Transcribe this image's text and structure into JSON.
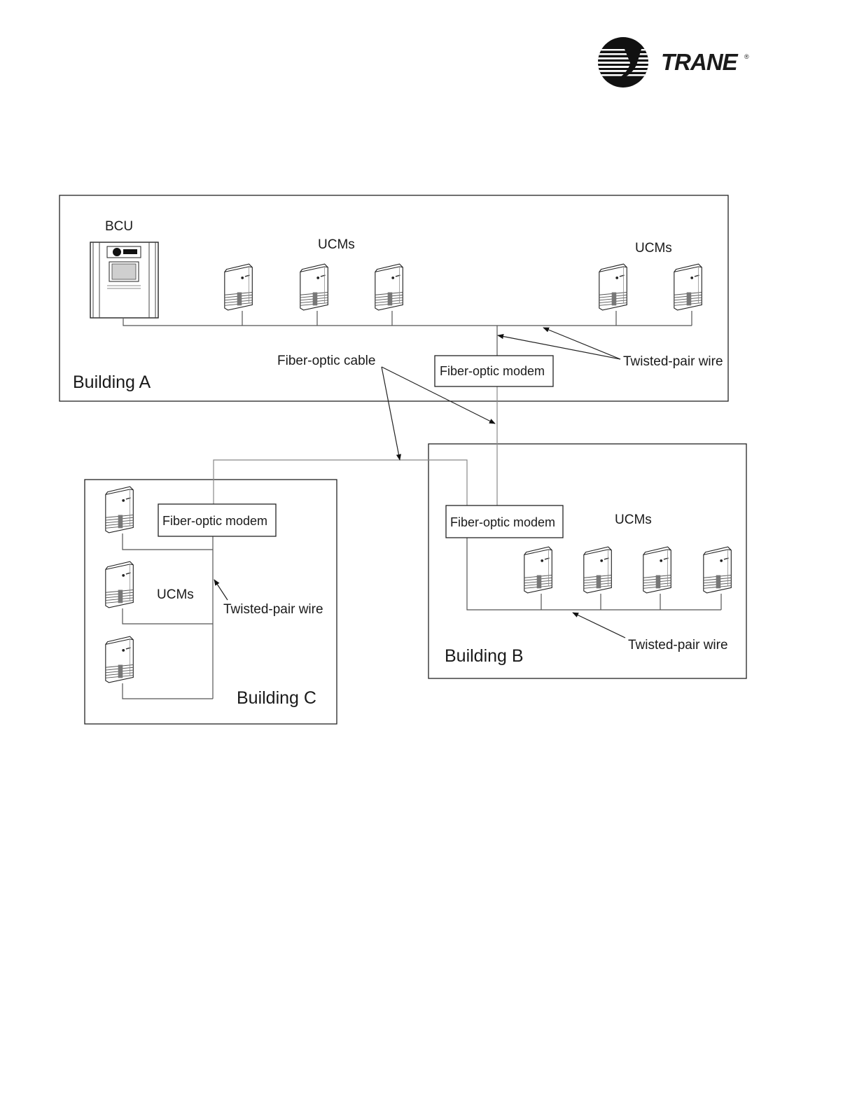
{
  "brand": {
    "name": "TRANE",
    "registered": "®"
  },
  "diagram": {
    "buildings": {
      "a": "Building A",
      "b": "Building B",
      "c": "Building C"
    },
    "labels": {
      "bcu": "BCU",
      "ucms_a_left": "UCMs",
      "ucms_a_right": "UCMs",
      "ucms_b": "UCMs",
      "ucms_c": "UCMs",
      "modem_a": "Fiber-optic modem",
      "modem_b": "Fiber-optic modem",
      "modem_c": "Fiber-optic modem",
      "fiber_cable": "Fiber-optic cable",
      "twisted_a": "Twisted-pair wire",
      "twisted_b": "Twisted-pair wire",
      "twisted_c": "Twisted-pair wire"
    }
  }
}
